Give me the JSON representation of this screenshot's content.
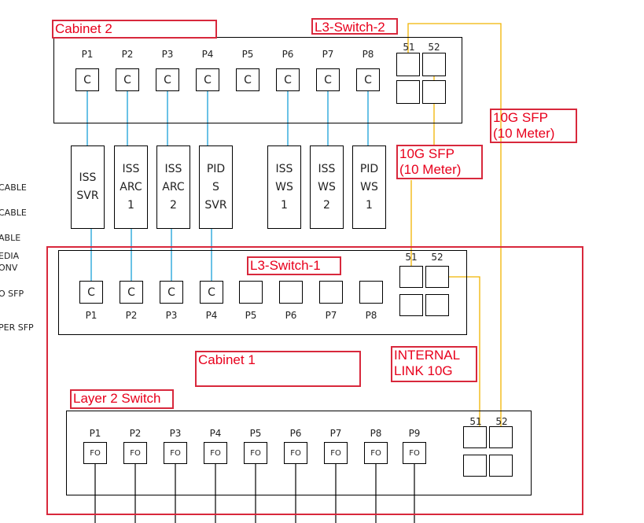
{
  "colors": {
    "copper_link": "#1aa0d8",
    "sfp_link": "#f0b400",
    "label_border": "#d8283c",
    "label_text": "#e8001c",
    "fiber_link": "#000000"
  },
  "legend": {
    "items": [
      "CABLE",
      "CABLE",
      "ABLE",
      "EDIA\nONV",
      "O SFP",
      "PER SFP"
    ]
  },
  "cabinet2": {
    "label": "Cabinet 2",
    "switch": {
      "label": "L3-Switch-2",
      "ports": [
        {
          "name": "P1",
          "type": "C"
        },
        {
          "name": "P2",
          "type": "C"
        },
        {
          "name": "P3",
          "type": "C"
        },
        {
          "name": "P4",
          "type": "C"
        },
        {
          "name": "P5",
          "type": "C"
        },
        {
          "name": "P6",
          "type": "C"
        },
        {
          "name": "P7",
          "type": "C"
        },
        {
          "name": "P8",
          "type": "C"
        }
      ],
      "sfp_ports": [
        "51",
        "52"
      ]
    }
  },
  "devices": [
    {
      "name": "ISS\nSVR"
    },
    {
      "name": "ISS\nARC\n1"
    },
    {
      "name": "ISS\nARC\n2"
    },
    {
      "name": "PID\nS\nSVR"
    },
    {
      "name": "ISS\nWS\n1"
    },
    {
      "name": "ISS\nWS\n2"
    },
    {
      "name": "PID\nWS\n1"
    }
  ],
  "links": {
    "sfp_link_a": "10G SFP\n(10 Meter)",
    "sfp_link_b": "10G SFP\n(10 Meter)",
    "internal_link": "INTERNAL\nLINK 10G"
  },
  "cabinet1": {
    "label": "Cabinet 1",
    "l3switch": {
      "label": "L3-Switch-1",
      "ports": [
        {
          "name": "P1",
          "type": "C"
        },
        {
          "name": "P2",
          "type": "C"
        },
        {
          "name": "P3",
          "type": "C"
        },
        {
          "name": "P4",
          "type": "C"
        },
        {
          "name": "P5",
          "type": ""
        },
        {
          "name": "P6",
          "type": ""
        },
        {
          "name": "P7",
          "type": ""
        },
        {
          "name": "P8",
          "type": ""
        }
      ],
      "sfp_ports": [
        "51",
        "52"
      ]
    },
    "l2switch": {
      "label": "Layer 2 Switch",
      "ports": [
        {
          "name": "P1",
          "type": "FO"
        },
        {
          "name": "P2",
          "type": "FO"
        },
        {
          "name": "P3",
          "type": "FO"
        },
        {
          "name": "P4",
          "type": "FO"
        },
        {
          "name": "P5",
          "type": "FO"
        },
        {
          "name": "P6",
          "type": "FO"
        },
        {
          "name": "P7",
          "type": "FO"
        },
        {
          "name": "P8",
          "type": "FO"
        },
        {
          "name": "P9",
          "type": "FO"
        }
      ],
      "sfp_ports": [
        "51",
        "52"
      ]
    }
  }
}
